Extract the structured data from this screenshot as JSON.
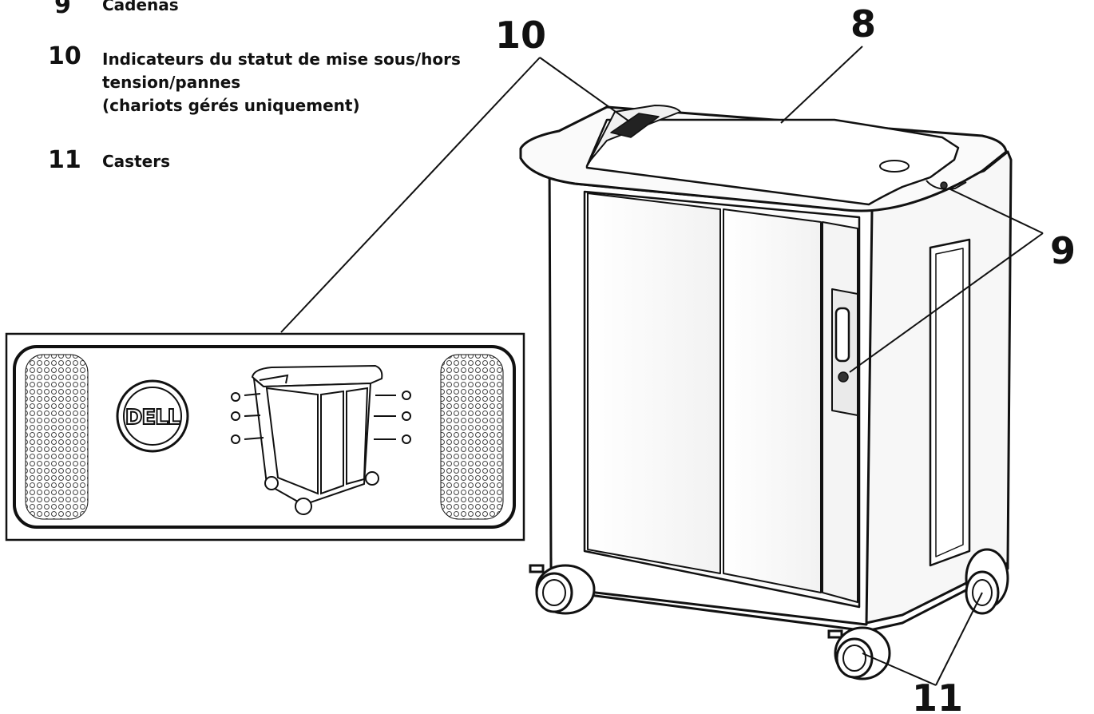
{
  "legend": {
    "items": [
      {
        "number": "9",
        "label_lines": [
          "Cadenas"
        ]
      },
      {
        "number": "10",
        "label_lines": [
          "Indicateurs du statut de mise sous/hors",
          "tension/pannes",
          "(chariots gérés uniquement)"
        ]
      },
      {
        "number": "11",
        "label_lines": [
          "Casters"
        ]
      }
    ]
  },
  "callouts": {
    "lid": "8",
    "padlock": "9",
    "indicators": "10",
    "casters": "11"
  },
  "inset": {
    "logo_text": "DELL",
    "indicator_count_per_side": 3
  }
}
